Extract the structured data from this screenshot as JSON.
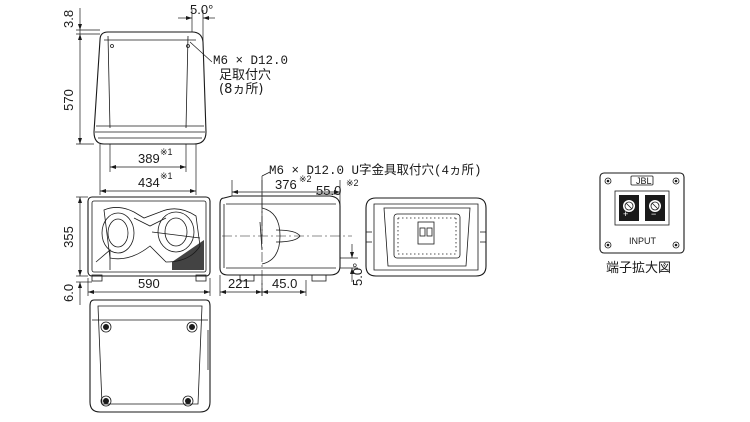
{
  "dimensions": {
    "top_height_margin": "3.8",
    "side_height": "570",
    "front_height": "355",
    "bottom_offset": "6.0",
    "front_width": "590",
    "width_389": "389",
    "width_434": "434",
    "width_376": "376",
    "width_55": "55.0",
    "width_221": "221",
    "width_45": "45.0",
    "angle_top": "5.0°",
    "angle_side": "5.0°",
    "note_1": "※1",
    "note_2": "※2"
  },
  "labels": {
    "mount_holes_line1": "M6 × D12.0",
    "mount_holes_line2": "足取付穴",
    "mount_holes_line3": "(8ヵ所)",
    "u_bracket_holes": "M6 × D12.0  U字金具取付穴(4ヵ所)",
    "terminal_caption": "端子拡大図",
    "terminal_input": "INPUT",
    "terminal_logo": "JBL"
  }
}
